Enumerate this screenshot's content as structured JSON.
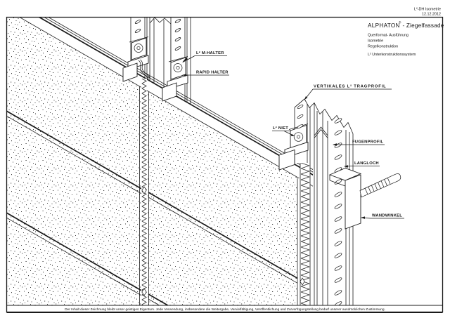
{
  "header": {
    "doc_type": "L²-DH  Isometrie",
    "date": "12.12.2012"
  },
  "title_block": {
    "product": "ALPHATON",
    "registered_mark": "®",
    "product_suffix": "- Ziegelfassade",
    "subtitle_line1": "Querformat- Ausführung",
    "subtitle_line2": "Isometrie",
    "subtitle_line3": "Regelkonstruktion",
    "system_line": "L² Unterkonstruktionssystem"
  },
  "callouts": {
    "m_halter": "L² M-HALTER",
    "rapid_halter": "RAPID HALTER",
    "tragprofil": "VERTIKALES L² TRAGPROFIL",
    "niet": "L² NIET",
    "fugenprofil": "FUGENPROFIL",
    "langloch": "LANGLOCH",
    "wandwinkel": "WANDWINKEL"
  },
  "footer": {
    "disclaimer": "Der Inhalt dieser Zeichnung bleibt unser geistiges Eigentum. Jede Verwendung, insbesondere die Weitergabe, Vervielfältigung, Veröffentlichung und Zurverfügungstellung bedarf unserer ausdrücklichen Zustimmung."
  },
  "colors": {
    "line": "#1a1a1a",
    "background": "#ffffff"
  }
}
